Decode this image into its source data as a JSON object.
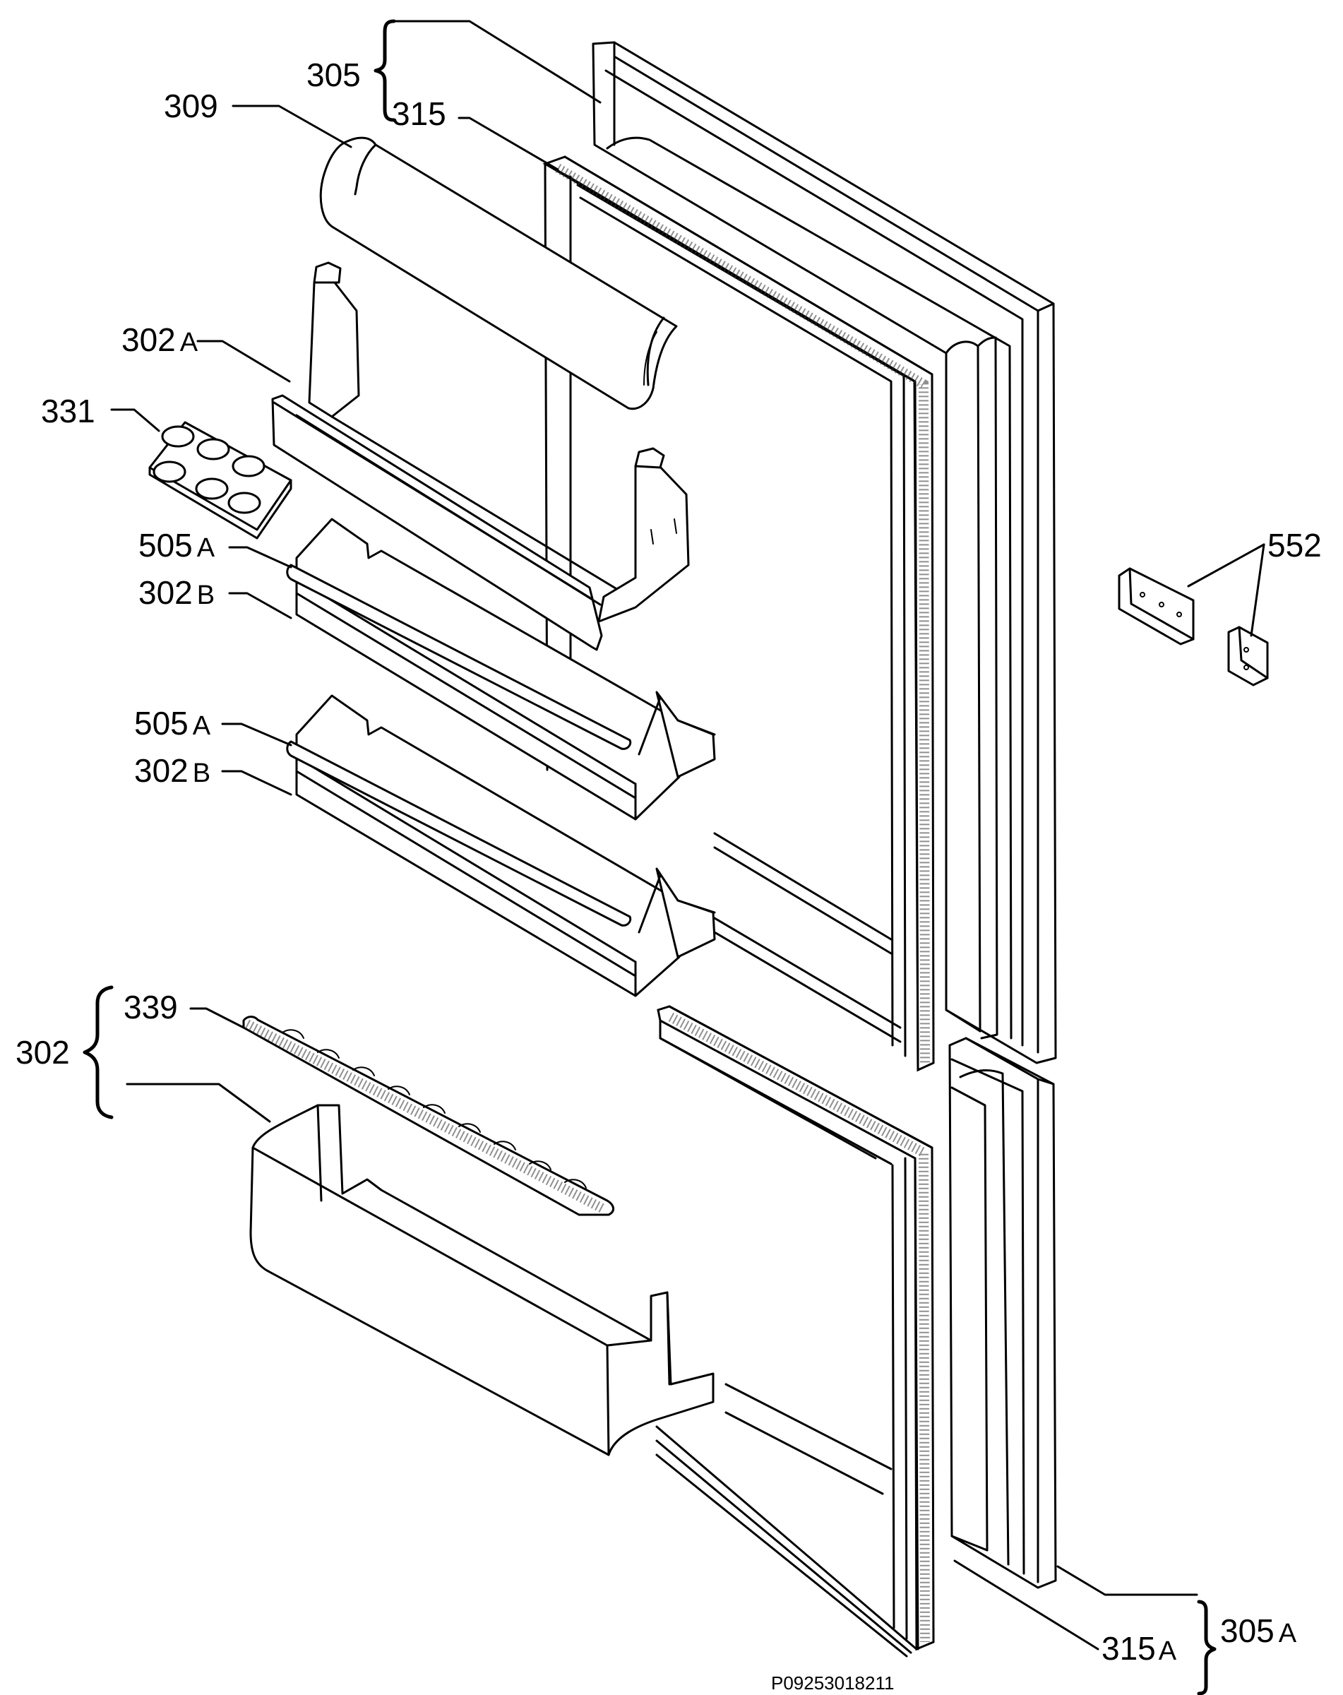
{
  "labels": {
    "l305": "305",
    "l315": "315",
    "l309": "309",
    "l302a_num": "302",
    "l302a_suf": "A",
    "l331": "331",
    "l505a1_num": "505",
    "l505a1_suf": "A",
    "l302b1_num": "302",
    "l302b1_suf": "B",
    "l505a2_num": "505",
    "l505a2_suf": "A",
    "l302b2_num": "302",
    "l302b2_suf": "B",
    "l339": "339",
    "l302": "302",
    "l552": "552",
    "l305a_num": "305",
    "l305a_suf": "A",
    "l315a_num": "315",
    "l315a_suf": "A"
  },
  "drawing_code": "P09253018211"
}
